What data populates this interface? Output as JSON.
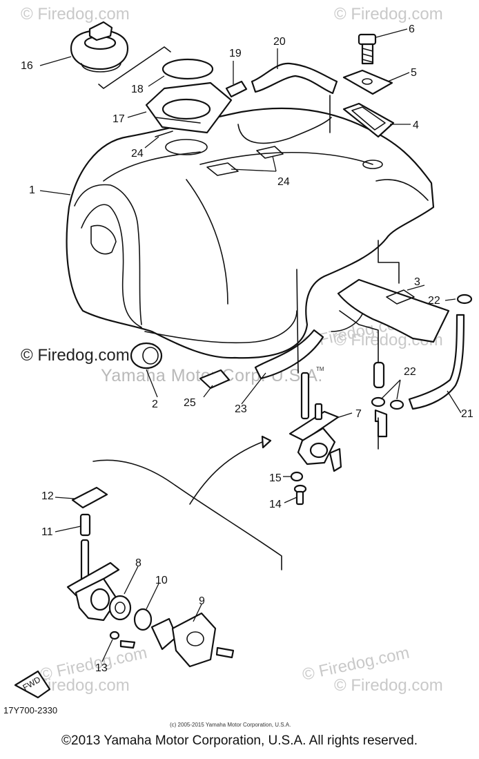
{
  "watermarks": {
    "brand": "© Firedog.com",
    "ghost_a": "© Firedog.com",
    "ghost_b": "© Firedog.com",
    "ghost_c": "© Firedog.com",
    "ghost_d": "© Firedog.com",
    "ghost_e": "© Firedog.com",
    "ghost_f": "© Firedog.com",
    "ghost_g": "© Firedog.com",
    "ghost_h": "© Firedog.com"
  },
  "stamp": "Yamaha Motor Corp. U.S.A.",
  "stamp_tm": "TM",
  "drawing_code": "17Y700-2330",
  "fine_copyright": "(c) 2005-2015 Yamaha Motor Corporation, U.S.A.",
  "footer": "©2013 Yamaha Motor Corporation, U.S.A. All rights reserved.",
  "fwd_label": "FWD",
  "callouts": {
    "c1": "1",
    "c2": "2",
    "c3": "3",
    "c4": "4",
    "c5": "5",
    "c6": "6",
    "c7": "7",
    "c8": "8",
    "c9": "9",
    "c10": "10",
    "c11": "11",
    "c12": "12",
    "c13": "13",
    "c14": "14",
    "c15": "15",
    "c16": "16",
    "c17": "17",
    "c18": "18",
    "c19": "19",
    "c20": "20",
    "c21": "21",
    "c22a": "22",
    "c22b": "22",
    "c23": "23",
    "c24a": "24",
    "c24b": "24",
    "c25": "25"
  }
}
